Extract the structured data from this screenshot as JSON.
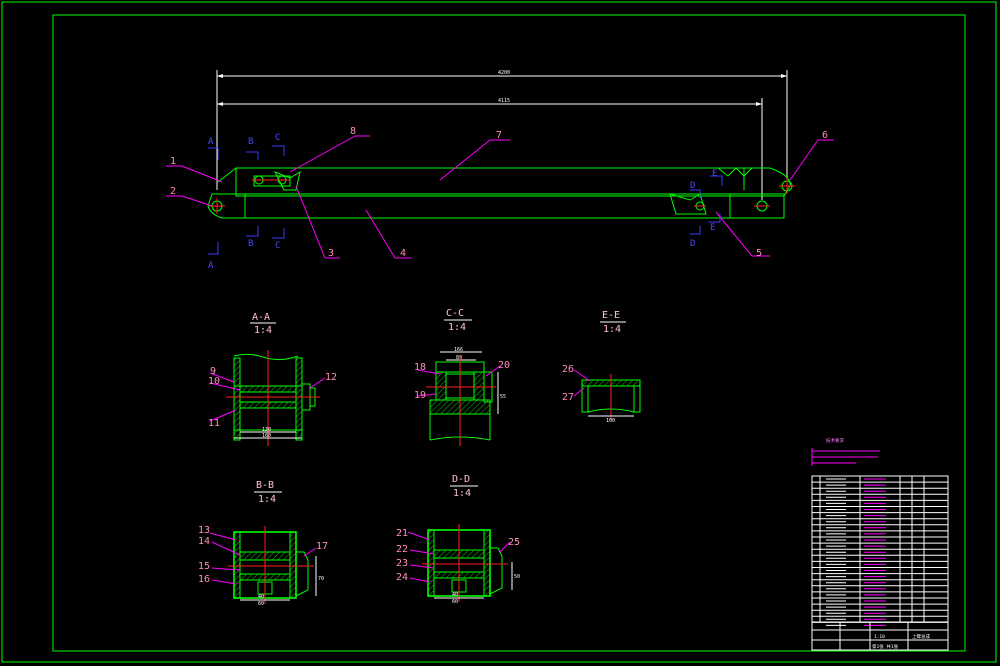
{
  "part_labels": [
    "1",
    "2",
    "3",
    "4",
    "5",
    "6",
    "7",
    "8",
    "9",
    "10",
    "11",
    "12",
    "13",
    "14",
    "15",
    "16",
    "17",
    "18",
    "19",
    "20",
    "21",
    "22",
    "23",
    "24",
    "25",
    "26",
    "27"
  ],
  "section_letters": {
    "a": "A",
    "b": "B",
    "c": "C",
    "d": "D",
    "e": "E"
  },
  "sections": [
    {
      "title": "A-A",
      "scale": "1:4"
    },
    {
      "title": "C-C",
      "scale": "1:4"
    },
    {
      "title": "E-E",
      "scale": "1:4"
    },
    {
      "title": "B-B",
      "scale": "1:4"
    },
    {
      "title": "D-D",
      "scale": "1:4"
    }
  ],
  "dimensions": {
    "overall": "4200",
    "inner": "4115"
  },
  "notes": {
    "title": "技术要求"
  },
  "title_block": {
    "name": "上臂总成",
    "scale": "1:10",
    "sheet": "第1张 共1张"
  },
  "colors": {
    "frame": "#00ff00",
    "outline": "#00ff00",
    "centerline": "#ff2020",
    "leader": "#ff00ff",
    "section_mark": "#3a3aff",
    "label": "#ff8fb8"
  }
}
